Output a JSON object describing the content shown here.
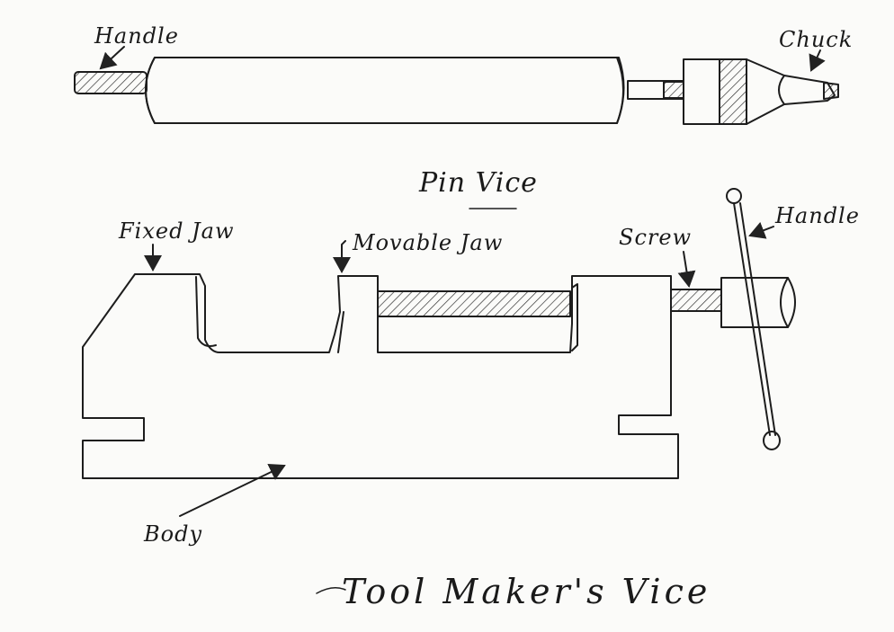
{
  "pin_vice": {
    "title": "Pin Vice",
    "labels": {
      "handle": "Handle",
      "chuck": "Chuck"
    }
  },
  "tool_makers_vice": {
    "title": "Tool Maker's Vice",
    "labels": {
      "fixed_jaw": "Fixed Jaw",
      "movable_jaw": "Movable Jaw",
      "screw": "Screw",
      "handle": "Handle",
      "body": "Body"
    }
  }
}
